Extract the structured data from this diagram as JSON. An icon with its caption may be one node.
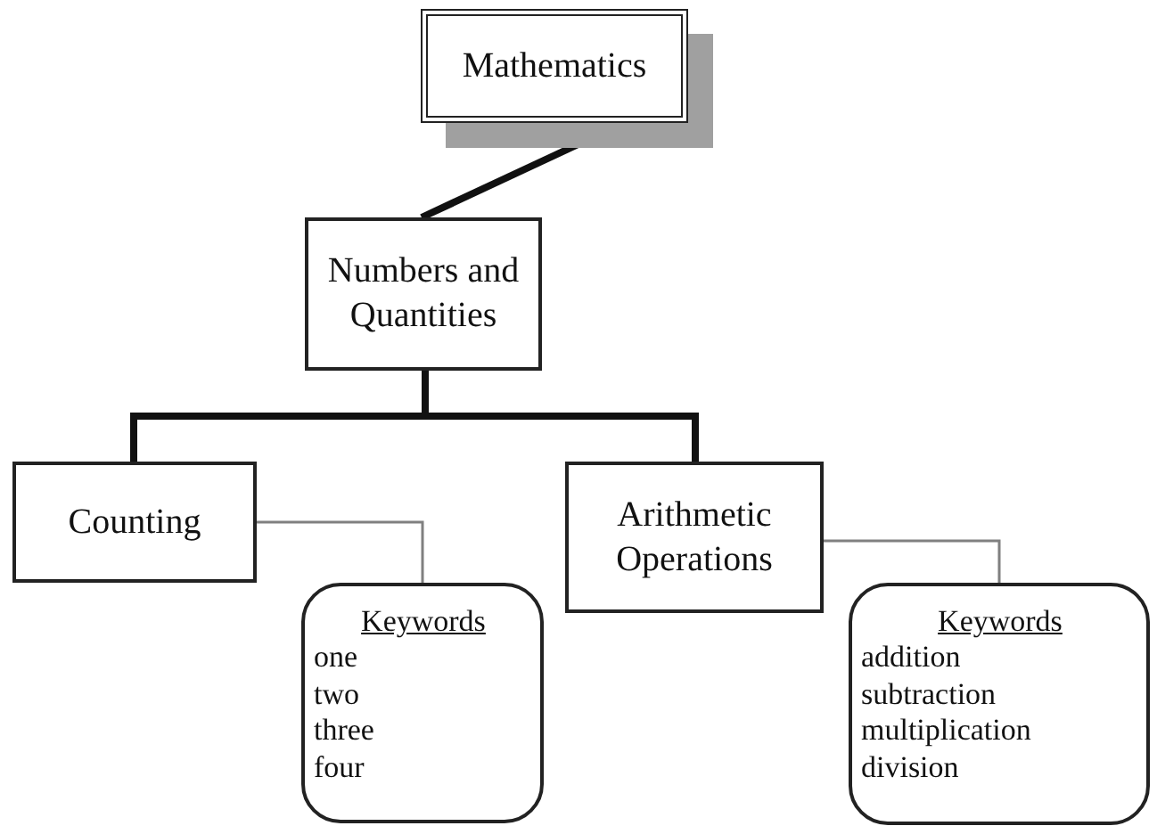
{
  "diagram": {
    "nodes": [
      {
        "text": [
          "Mathematics"
        ]
      },
      {
        "text": [
          "Numbers and Quantities"
        ]
      },
      {
        "text": [
          "Counting"
        ]
      },
      {
        "text": [
          "Arithmetic Operations"
        ]
      },
      {
        "text": [
          "Keywords",
          "one",
          "two",
          "three",
          "four"
        ]
      },
      {
        "text": [
          "Keywords",
          "addition",
          "subtraction",
          "multiplication",
          "division"
        ]
      }
    ],
    "edges": [
      {
        "from": 0,
        "to": 1,
        "arrow": "none"
      },
      {
        "from": 1,
        "to": 2,
        "arrow": "none"
      },
      {
        "from": 1,
        "to": 3,
        "arrow": "none"
      },
      {
        "from": 2,
        "to": 4,
        "arrow": "none",
        "color": "#808080"
      },
      {
        "from": 3,
        "to": 5,
        "arrow": "none",
        "color": "#808080"
      }
    ]
  }
}
